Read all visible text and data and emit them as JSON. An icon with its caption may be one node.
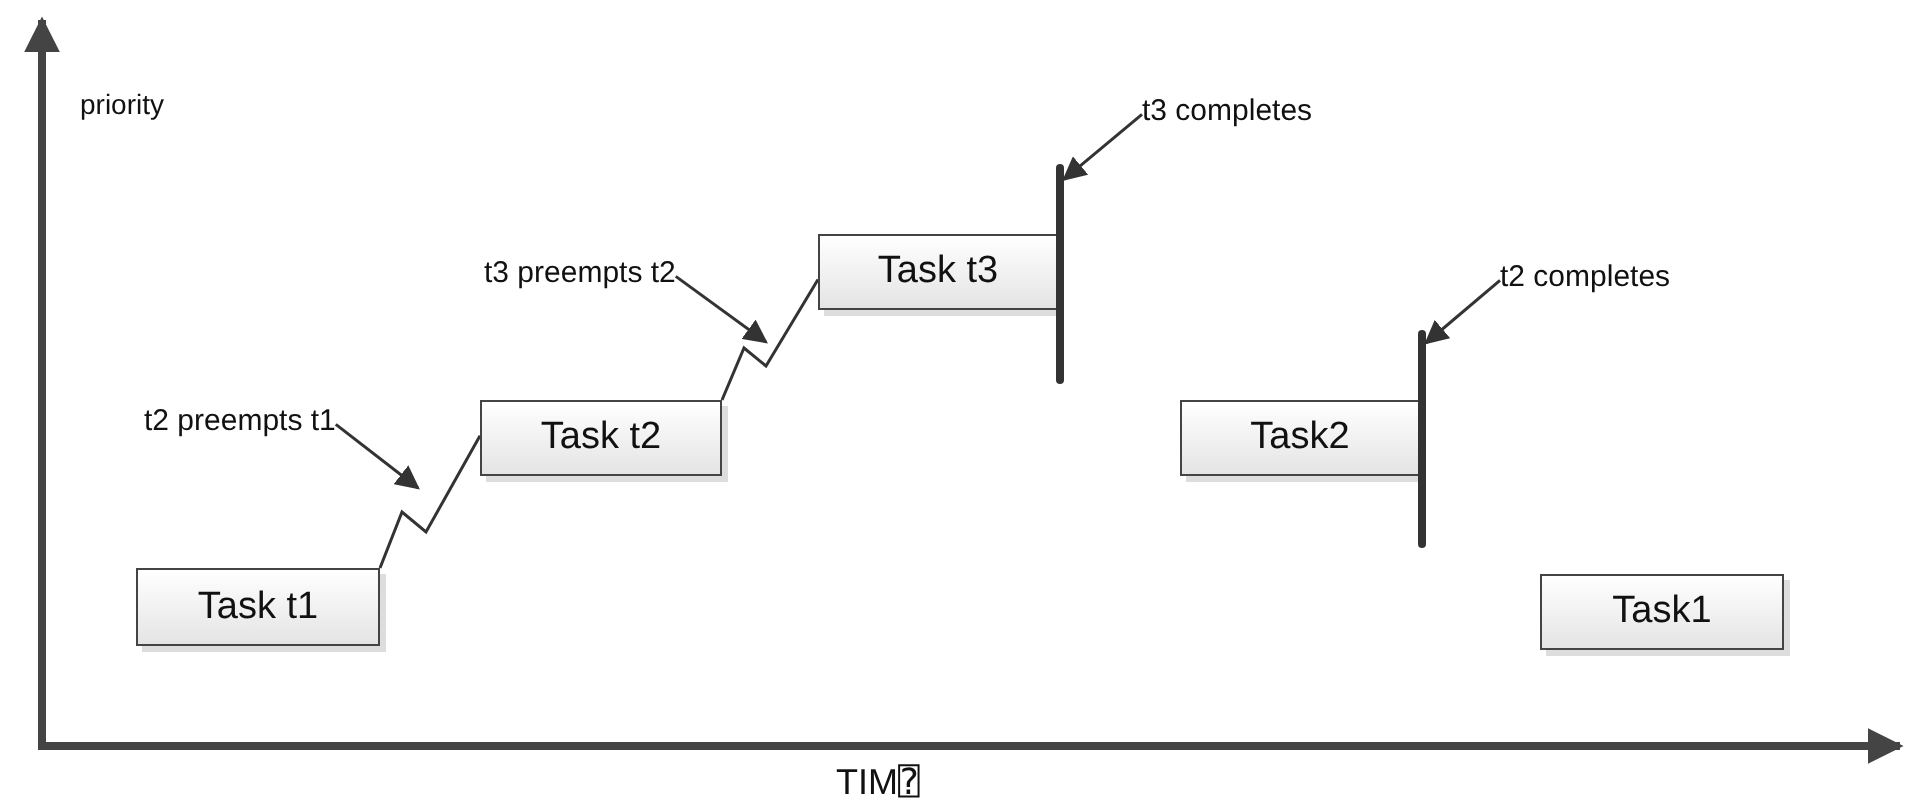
{
  "diagram": {
    "nodes": [
      {
        "text": [
          "Task t1"
        ]
      },
      {
        "text": [
          "Task t2"
        ]
      },
      {
        "text": [
          "Task t3"
        ]
      },
      {
        "text": [],
        "shape": "bar"
      },
      {
        "text": [
          "Task2"
        ]
      },
      {
        "text": [],
        "shape": "bar"
      },
      {
        "text": [
          "Task1"
        ]
      },
      {
        "text": [
          "t2 preempts t1"
        ]
      },
      {
        "text": [
          "t3 preempts t2"
        ]
      },
      {
        "text": [
          "t3 completes"
        ]
      },
      {
        "text": [
          "t2 completes"
        ]
      }
    ],
    "edges": [
      {
        "from": 0,
        "to": 1,
        "arrow": "none"
      },
      {
        "from": 1,
        "to": 2,
        "arrow": "none"
      },
      {
        "from": 7,
        "to": null,
        "arrow": "to"
      },
      {
        "from": 8,
        "to": null,
        "arrow": "to"
      },
      {
        "from": 9,
        "to": 3,
        "arrow": "to"
      },
      {
        "from": 10,
        "to": 5,
        "arrow": "to"
      }
    ],
    "labels": [
      "priority",
      "TIM⍰"
    ]
  }
}
